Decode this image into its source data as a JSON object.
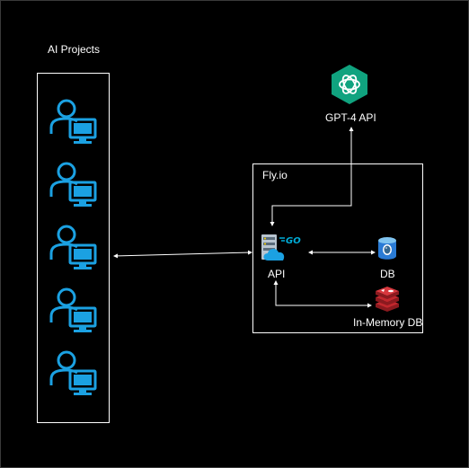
{
  "groups": {
    "ai_projects_label": "AI Projects",
    "fly_label": "Fly.io"
  },
  "nodes": {
    "gpt4_label": "GPT-4 API",
    "api_label": "API",
    "db_label": "DB",
    "memdb_label": "In-Memory DB"
  },
  "icons": {
    "user": "user-computer-icon",
    "openai": "openai-logo-icon",
    "api": "go-server-cloud-icon",
    "db": "postgres-database-icon",
    "memdb": "redis-icon"
  },
  "colors": {
    "background": "#000000",
    "line": "#ffffff",
    "user_icon": "#1ba1e2",
    "openai_green": "#10a37f",
    "go_blue": "#00acd7",
    "redis_red": "#c1272d",
    "db_blue": "#2a7bd5"
  }
}
